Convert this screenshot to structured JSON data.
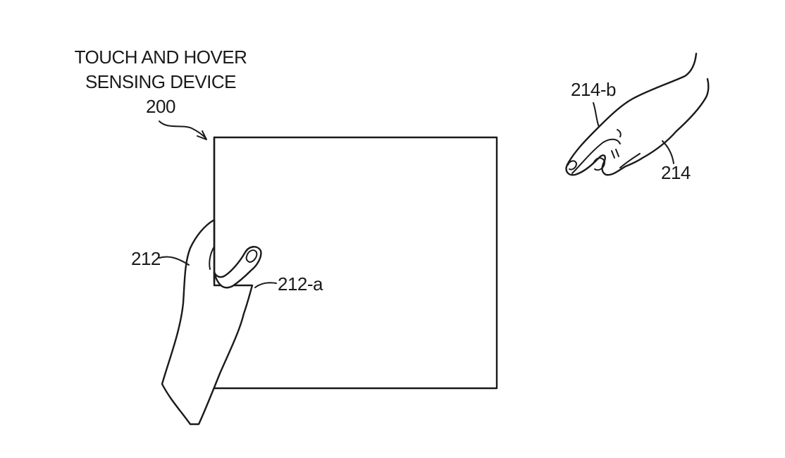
{
  "labels": {
    "device_title_line1": "TOUCH AND HOVER",
    "device_title_line2": "SENSING DEVICE",
    "device_ref": "200",
    "hand_touch": "212",
    "hand_touch_finger": "212-a",
    "hand_hover_finger": "214-b",
    "hand_hover": "214"
  },
  "colors": {
    "ink": "#1a1a1a",
    "background": "#ffffff"
  }
}
